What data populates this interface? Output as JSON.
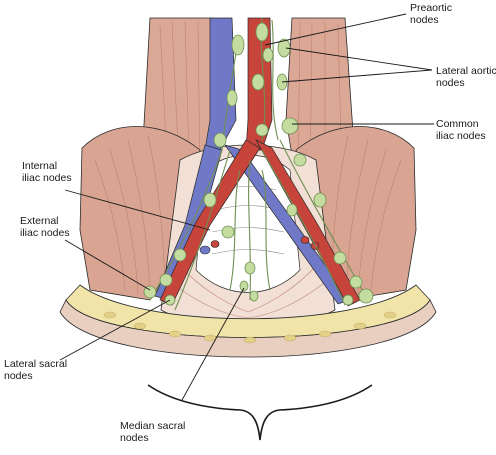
{
  "labels": {
    "preaortic": [
      "Preaortic",
      "nodes"
    ],
    "lateral_aortic": [
      "Lateral aortic",
      "nodes"
    ],
    "common_iliac": [
      "Common",
      "iliac nodes"
    ],
    "internal_iliac": [
      "Internal",
      "iliac nodes"
    ],
    "external_iliac": [
      "External",
      "iliac nodes"
    ],
    "lateral_sacral": [
      "Lateral sacral",
      "nodes"
    ],
    "median_sacral": [
      "Median sacral",
      "nodes"
    ]
  },
  "colors": {
    "muscle": "#d9a592",
    "muscle_dark": "#b9786a",
    "artery": "#c6443a",
    "vein": "#6f79c8",
    "node": "#c5dca0",
    "node_stroke": "#6f8f52",
    "fat": "#f1e4a8",
    "skin": "#e8cfc0",
    "outline": "#2a2a2a"
  }
}
